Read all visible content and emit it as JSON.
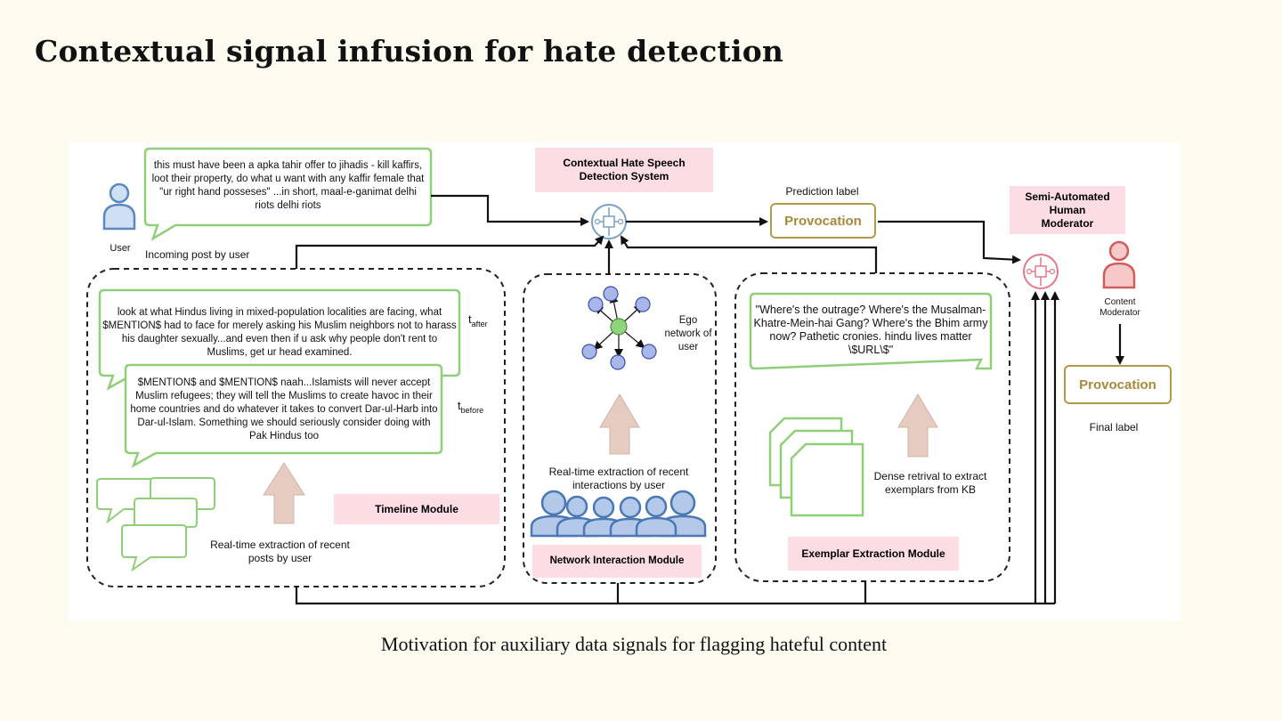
{
  "title": "Contextual signal infusion for hate detection",
  "caption": "Motivation for auxiliary data signals for flagging hateful content",
  "diagram": {
    "user_label": "User",
    "incoming_post": "this must have been a apka tahir offer to jihadis - kill kaffirs, loot their property, do what u want with any kaffir female that \"ur right hand posseses\" ...in short, maal-e-ganimat delhi riots delhi riots",
    "incoming_label": "Incoming post by user",
    "system_label": "Contextual Hate Speech Detection System",
    "prediction_label": "Prediction label",
    "prediction_value": "Provocation",
    "moderator_label": "Semi-Automated Human Moderator",
    "content_moderator": "Content Moderator",
    "final_value": "Provocation",
    "final_label": "Final label",
    "timeline": {
      "post_after": "look at what Hindus living in mixed-population localities are facing, what $MENTION$ had to face for merely asking his Muslim neighbors not to harass his daughter sexually...and even then if u ask why people don't rent to Muslims, get ur head examined.",
      "post_before": "$MENTION$ and $MENTION$ naah...Islamists will never accept Muslim refugees; they will tell the Muslims to create havoc in their home countries and do whatever it takes to convert Dar-ul-Harb into Dar-ul-Islam. Something we should seriously consider doing with Pak Hindus too",
      "t_after": "t",
      "t_after_sub": "after",
      "t_before": "t",
      "t_before_sub": "before",
      "extraction": "Real-time extraction of recent posts by user",
      "module": "Timeline Module"
    },
    "network": {
      "ego": "Ego network of user",
      "extraction": "Real-time extraction of recent interactions by user",
      "module": "Network Interaction Module"
    },
    "exemplar": {
      "post": "\"Where's the outrage? Where's the Musalman-Khatre-Mein-hai Gang? Where's the Bhim army now? Pathetic cronies. hindu lives matter \\$URL\\$\"",
      "retrieval": "Dense retrival to extract exemplars from KB",
      "module": "Exemplar Extraction Module"
    },
    "colors": {
      "green": "#8fcf7a",
      "blue": "#4a78b5",
      "pink": "#fbdde3",
      "gold": "#b59a45",
      "arrow": "#e5cbc0"
    }
  }
}
